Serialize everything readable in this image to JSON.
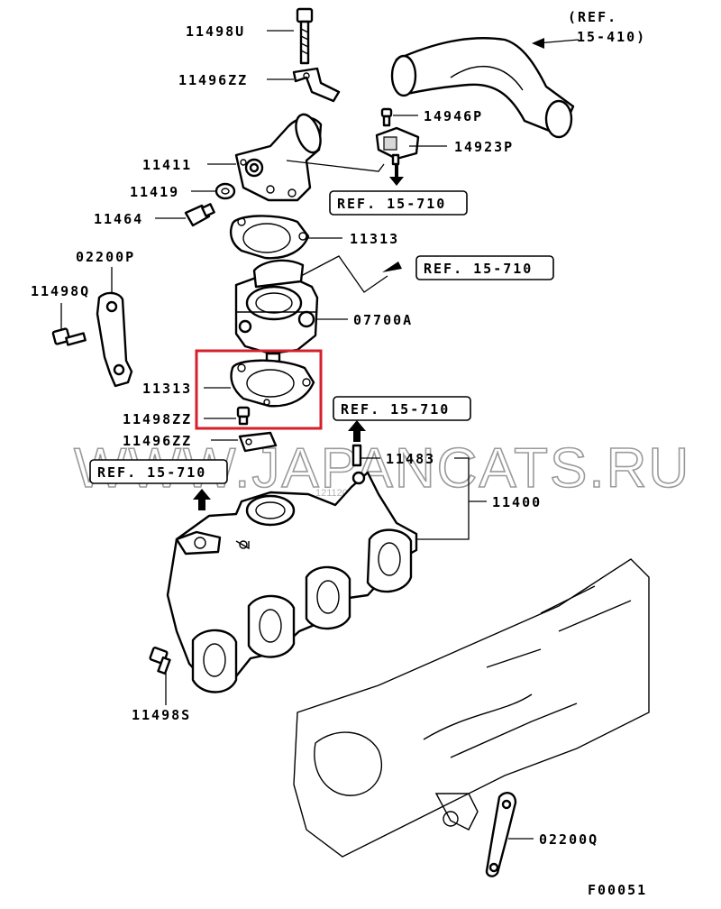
{
  "callouts": [
    {
      "id": "11498U",
      "text": "11498U"
    },
    {
      "id": "11496ZZ-top",
      "text": "11496ZZ"
    },
    {
      "id": "14946P",
      "text": "14946P"
    },
    {
      "id": "14923P",
      "text": "14923P"
    },
    {
      "id": "11411",
      "text": "11411"
    },
    {
      "id": "11419",
      "text": "11419"
    },
    {
      "id": "11464",
      "text": "11464"
    },
    {
      "id": "11313-top",
      "text": "11313"
    },
    {
      "id": "02200P",
      "text": "02200P"
    },
    {
      "id": "11498Q",
      "text": "11498Q"
    },
    {
      "id": "07700A",
      "text": "07700A"
    },
    {
      "id": "11313-bottom",
      "text": "11313"
    },
    {
      "id": "11498ZZ",
      "text": "11498ZZ"
    },
    {
      "id": "11496ZZ-bottom",
      "text": "11496ZZ"
    },
    {
      "id": "11483",
      "text": "11483"
    },
    {
      "id": "11400",
      "text": "11400"
    },
    {
      "id": "11498S",
      "text": "11498S"
    },
    {
      "id": "02200Q",
      "text": "02200Q"
    }
  ],
  "refs": {
    "ref_15_410_line1": "(REF.",
    "ref_15_410_line2": "15-410)",
    "ref_a": "REF. 15-710",
    "ref_b": "REF. 15-710",
    "ref_c": "REF. 15-710",
    "ref_d": "REF. 15-710"
  },
  "watermark": {
    "main": "WWW.JAPANCATS.RU",
    "small": "12112049"
  },
  "figure_code": "F00051",
  "highlight_color": "#d61f2a"
}
